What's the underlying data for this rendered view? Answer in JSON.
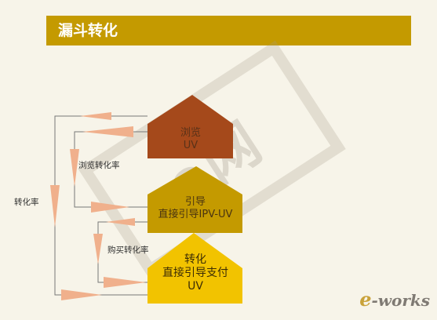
{
  "title": "漏斗转化",
  "stages": [
    {
      "name": "browse",
      "lines": [
        "浏览",
        "UV"
      ],
      "color": "#a5491b"
    },
    {
      "name": "guide",
      "lines": [
        "引导",
        "直接引导IPV-UV"
      ],
      "color": "#c49a00"
    },
    {
      "name": "convert",
      "lines": [
        "转化",
        "直接引导支付",
        "UV"
      ],
      "color": "#f2c300"
    }
  ],
  "rates": {
    "browse_rate": "浏览转化率",
    "buy_rate": "购买转化率",
    "total_rate": "转化率"
  },
  "watermark": "e网",
  "logo": {
    "e": "e",
    "rest": "-works"
  },
  "colors": {
    "background": "#f7f4e9",
    "title_bar": "#c49a00",
    "arrow": "#f0b08c",
    "line": "#777777"
  }
}
